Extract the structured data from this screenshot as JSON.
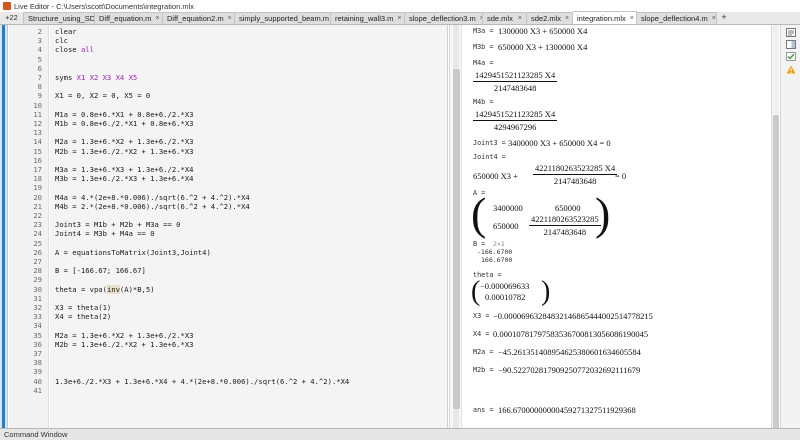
{
  "window": {
    "title": "Live Editor - C:\\Users\\scott\\Documents\\integration.mlx"
  },
  "tabs": {
    "overflow_label": "+22",
    "items": [
      {
        "label": "Structure_using_SDE.m",
        "active": false
      },
      {
        "label": "Diff_equation.m",
        "active": false
      },
      {
        "label": "Diff_equation2.m",
        "active": false
      },
      {
        "label": "simply_supported_beam.m",
        "active": false
      },
      {
        "label": "retaining_wall3.m",
        "active": false
      },
      {
        "label": "slope_deflection3.m",
        "active": false
      },
      {
        "label": "sde.mlx",
        "active": false
      },
      {
        "label": "sde2.mlx",
        "active": false
      },
      {
        "label": "integration.mlx",
        "active": true
      },
      {
        "label": "slope_deflection4.m",
        "active": false
      }
    ],
    "close_glyph": "×",
    "add_label": "+"
  },
  "code": {
    "lines": [
      {
        "n": "2",
        "text": "clear"
      },
      {
        "n": "3",
        "text": "clc"
      },
      {
        "n": "4",
        "text": "close all"
      },
      {
        "n": "5",
        "text": ""
      },
      {
        "n": "6",
        "text": ""
      },
      {
        "n": "7",
        "text": "syms X1 X2 X3 X4 X5"
      },
      {
        "n": "8",
        "text": ""
      },
      {
        "n": "9",
        "text": "X1 = 0, X2 = 0, X5 = 0"
      },
      {
        "n": "10",
        "text": ""
      },
      {
        "n": "11",
        "text": "M1a = 0.8e+6.*X1 + 0.8e+6./2.*X3"
      },
      {
        "n": "12",
        "text": "M1b = 0.8e+6./2.*X1 + 0.8e+6.*X3"
      },
      {
        "n": "13",
        "text": ""
      },
      {
        "n": "14",
        "text": "M2a = 1.3e+6.*X2 + 1.3e+6./2.*X3"
      },
      {
        "n": "15",
        "text": "M2b = 1.3e+6./2.*X2 + 1.3e+6.*X3"
      },
      {
        "n": "16",
        "text": ""
      },
      {
        "n": "17",
        "text": "M3a = 1.3e+6.*X3 + 1.3e+6./2.*X4"
      },
      {
        "n": "18",
        "text": "M3b = 1.3e+6./2.*X3 + 1.3e+6.*X4"
      },
      {
        "n": "19",
        "text": ""
      },
      {
        "n": "20",
        "text": "M4a = 4.*(2e+8.*0.006)./sqrt(6.^2 + 4.^2).*X4"
      },
      {
        "n": "21",
        "text": "M4b = 2.*(2e+8.*0.006)./sqrt(6.^2 + 4.^2).*X4"
      },
      {
        "n": "22",
        "text": ""
      },
      {
        "n": "23",
        "text": "Joint3 = M1b + M2b + M3a == 0"
      },
      {
        "n": "24",
        "text": "Joint4 = M3b + M4a == 0"
      },
      {
        "n": "25",
        "text": ""
      },
      {
        "n": "26",
        "text": "A = equationsToMatrix(Joint3,Joint4)"
      },
      {
        "n": "27",
        "text": ""
      },
      {
        "n": "28",
        "text": "B = [-166.67; 166.67]"
      },
      {
        "n": "29",
        "text": ""
      },
      {
        "n": "30",
        "text": "theta = vpa(inv(A)*B,5)"
      },
      {
        "n": "31",
        "text": ""
      },
      {
        "n": "32",
        "text": "X3 = theta(1)"
      },
      {
        "n": "33",
        "text": "X4 = theta(2)"
      },
      {
        "n": "34",
        "text": ""
      },
      {
        "n": "35",
        "text": "M2a = 1.3e+6.*X2 + 1.3e+6./2.*X3"
      },
      {
        "n": "36",
        "text": "M2b = 1.3e+6./2.*X2 + 1.3e+6.*X3"
      },
      {
        "n": "37",
        "text": ""
      },
      {
        "n": "38",
        "text": ""
      },
      {
        "n": "39",
        "text": ""
      },
      {
        "n": "40",
        "text": "1.3e+6./2.*X3 + 1.3e+6.*X4 + 4.*(2e+8.*0.006)./sqrt(6.^2 + 4.^2).*X4"
      },
      {
        "n": "41",
        "text": ""
      }
    ]
  },
  "output": {
    "m3a_label": "M3a =",
    "m3a_expr": "1300000 X3 + 650000 X4",
    "m3b_label": "M3b =",
    "m3b_expr": "650000 X3 + 1300000 X4",
    "m4a_label": "M4a =",
    "m4a_num": "1429451521123285 X4",
    "m4a_den": "2147483648",
    "m4b_label": "M4b =",
    "m4b_num": "1429451521123285 X4",
    "m4b_den": "4294967296",
    "joint3_label": "Joint3 =",
    "joint3_expr": "3400000 X3 + 650000 X4 = 0",
    "joint4_label": "Joint4 =",
    "joint4_lead": "650000 X3 +",
    "joint4_num": "4221180263523285 X4",
    "joint4_den": "2147483648",
    "joint4_tail": "= 0",
    "a_label": "A =",
    "a_m11": "3400000",
    "a_m12": "650000",
    "a_m21": "650000",
    "a_m22_num": "4221180263523285",
    "a_m22_den": "2147483648",
    "b_label": "B =",
    "b_size": "2×1",
    "b_v1": "-166.6700",
    "b_v2": "166.6700",
    "theta_label": "theta =",
    "theta_v1": "−0.000069633",
    "theta_v2": "0.00010782",
    "x3_label": "X3 =",
    "x3_val": "−0.00006963284832146865444002514778215",
    "x4_label": "X4 =",
    "x4_val": "0.00010781797583536700813056086190045",
    "m2a_label": "M2a =",
    "m2a_val": "−45.261351408954625380601634605584",
    "m2b_label": "M2b =",
    "m2b_val": "−90.522702817909250772032692111679",
    "ans_label": "ans =",
    "ans_val": "166.67000000000459271327511929368"
  },
  "right_toolbar": {
    "icons": [
      "output-inline-icon",
      "output-right-icon",
      "check-status-icon",
      "warning-icon"
    ]
  },
  "command_window": {
    "label": "Command Window"
  },
  "colors": {
    "keyword": "#a31fc4",
    "accent": "#1e7fd8",
    "warning": "#f0a30a",
    "check": "#3c9a3c"
  }
}
